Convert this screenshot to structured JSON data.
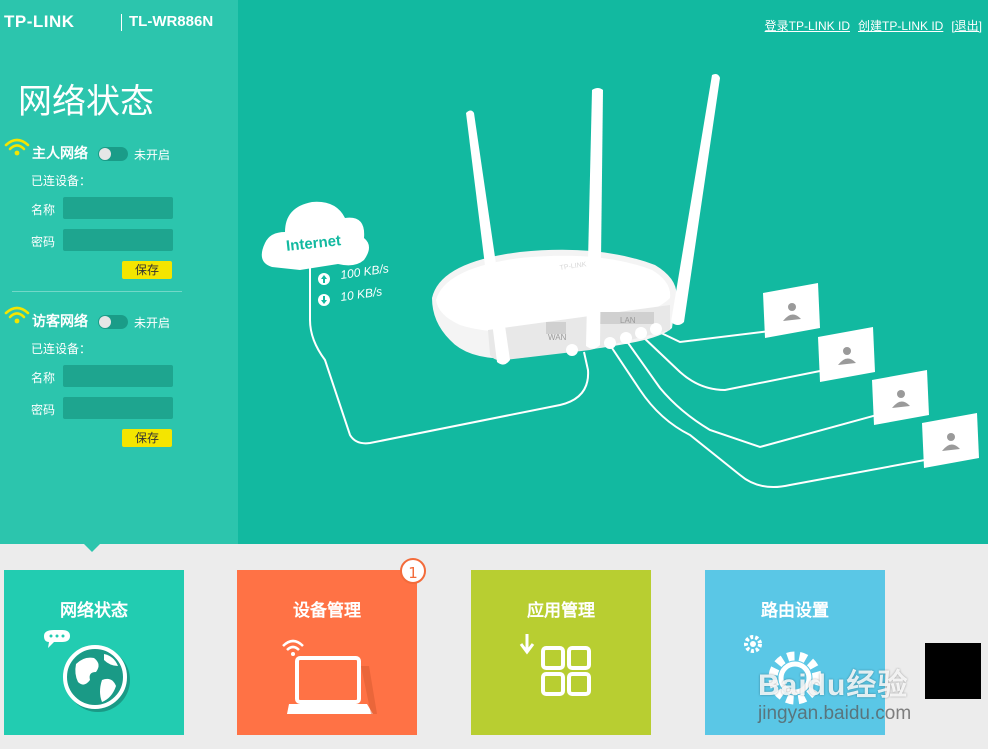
{
  "header": {
    "brand": "TP-LINK",
    "model": "TL-WR886N",
    "links": [
      "登录TP-LINK ID",
      "创建TP-LINK ID",
      "[退出]"
    ]
  },
  "sidebar": {
    "title": "网络状态",
    "main_network": {
      "label": "主人网络",
      "toggle_state": "未开启",
      "connected_label": "已连设备：",
      "name_label": "名称",
      "name_value": "",
      "password_label": "密码",
      "password_value": "",
      "save_label": "保存"
    },
    "guest_network": {
      "label": "访客网络",
      "toggle_state": "未开启",
      "connected_label": "已连设备：",
      "name_label": "名称",
      "name_value": "",
      "password_label": "密码",
      "password_value": "",
      "save_label": "保存"
    }
  },
  "diagram": {
    "internet_label": "Internet",
    "upload_speed": "100 KB/s",
    "download_speed": "10 KB/s",
    "router_brand": "TP-LINK",
    "wan_label": "WAN",
    "lan_label": "LAN"
  },
  "tiles": [
    {
      "label": "网络状态",
      "color": "#22ccb1"
    },
    {
      "label": "设备管理",
      "color": "#ff7245",
      "badge": "1"
    },
    {
      "label": "应用管理",
      "color": "#b8ce31"
    },
    {
      "label": "路由设置",
      "color": "#5ac7e6"
    }
  ],
  "watermark": {
    "text": "Baidu经验",
    "url": "jingyan.baidu.com"
  },
  "colors": {
    "main_bg": "#12b9a0",
    "sidebar_bg": "#2cc5ad",
    "save_button": "#f4e500"
  }
}
